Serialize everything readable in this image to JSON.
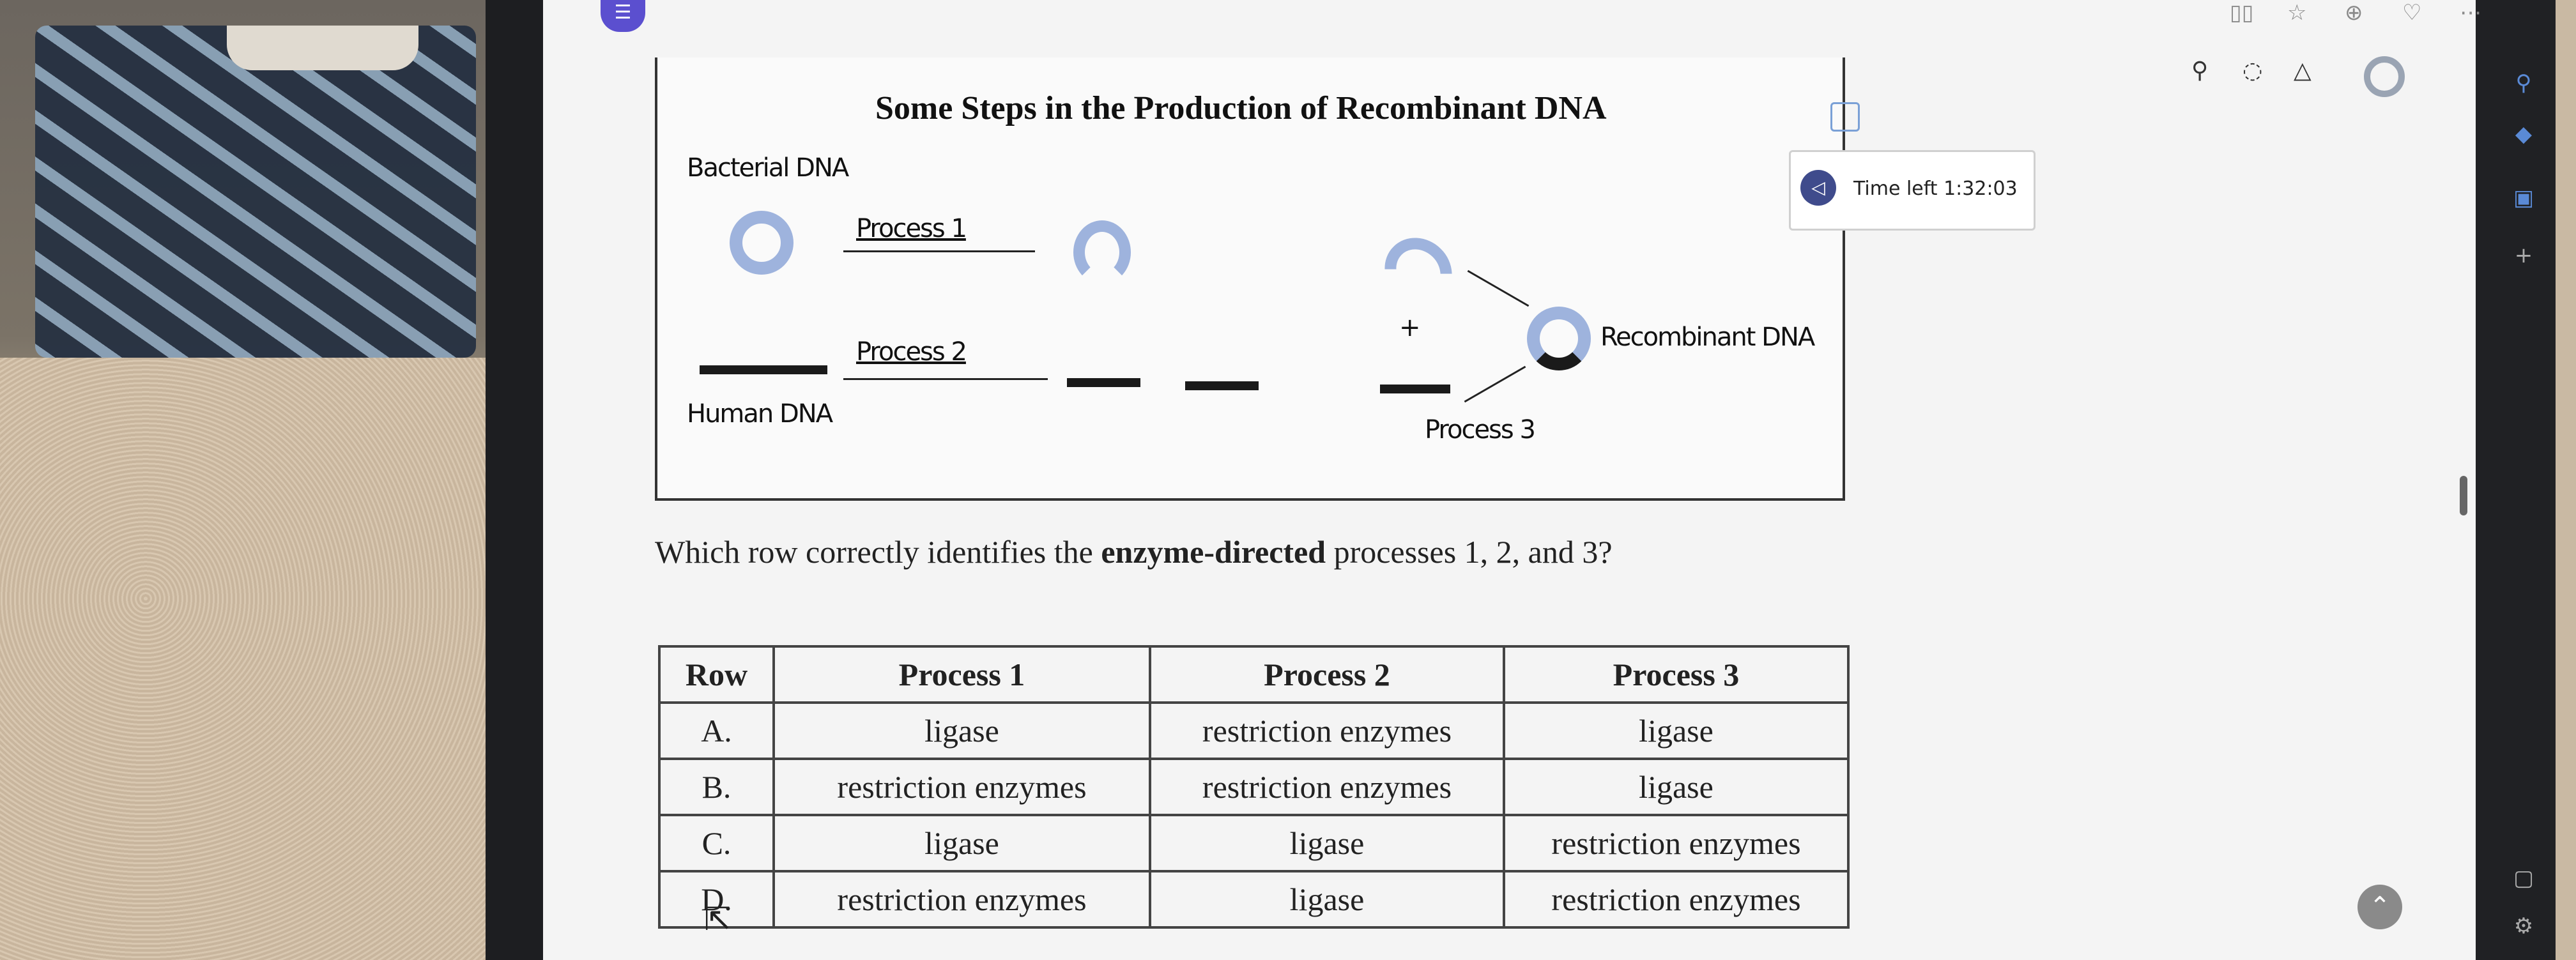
{
  "diagram": {
    "title": "Some Steps in the Production of Recombinant DNA",
    "bacterial_label": "Bacterial DNA",
    "human_label": "Human DNA",
    "process1_label": "Process 1",
    "process2_label": "Process 2",
    "process3_label": "Process 3",
    "plus_sign": "+",
    "recombinant_label": "Recombinant DNA"
  },
  "timer": {
    "label": "Time left 1:32:03"
  },
  "question": {
    "prefix": "Which row correctly identifies the ",
    "bold": "enzyme-directed",
    "suffix": " processes 1, 2, and 3?"
  },
  "table": {
    "headers": [
      "Row",
      "Process 1",
      "Process 2",
      "Process 3"
    ],
    "rows": [
      [
        "A.",
        "ligase",
        "restriction enzymes",
        "ligase"
      ],
      [
        "B.",
        "restriction enzymes",
        "restriction enzymes",
        "ligase"
      ],
      [
        "C.",
        "ligase",
        "ligase",
        "restriction enzymes"
      ],
      [
        "D.",
        "restriction enzymes",
        "ligase",
        "restriction enzymes"
      ]
    ]
  },
  "icons": {
    "app": "notes-icon",
    "search": "search-icon",
    "chat": "chat-icon",
    "bell": "bell-icon",
    "scroll_up": "chevron-up-icon"
  },
  "colors": {
    "accent": "#3f4b8c",
    "ring_blue": "#9eb3dd"
  }
}
